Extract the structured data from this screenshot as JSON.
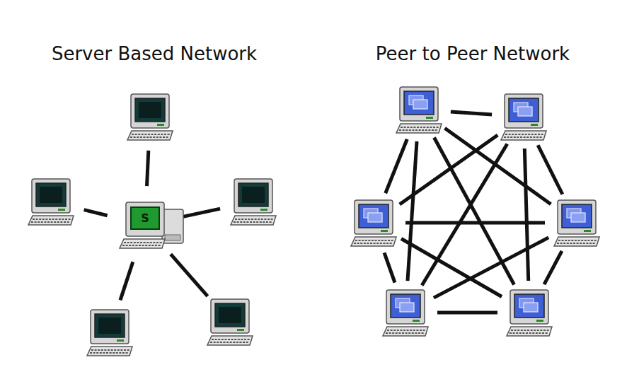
{
  "diagram": {
    "nodes": [
      {
        "text": [
          "S"
        ]
      }
    ],
    "labels": [
      "Server Based Network",
      "Peer to Peer Network"
    ]
  }
}
